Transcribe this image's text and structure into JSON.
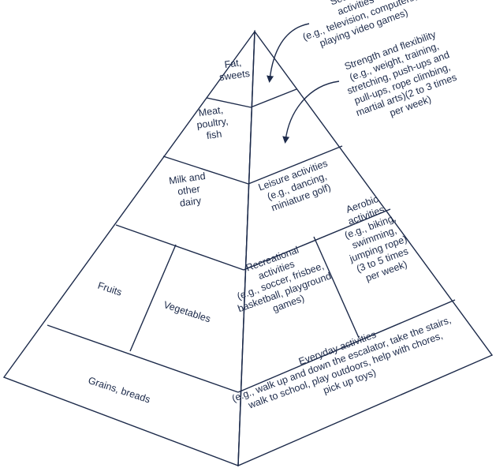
{
  "left_face": {
    "fat": [
      "Fat,",
      "sweets"
    ],
    "meat": [
      "Meat,",
      "poultry,",
      "fish"
    ],
    "milk": [
      "Milk and",
      "other",
      "dairy"
    ],
    "fruits": [
      "Fruits"
    ],
    "vegetables": [
      "Vegetables"
    ],
    "grains": [
      "Grains, breads"
    ]
  },
  "right_face": {
    "leisure": [
      "Leisure activities",
      "(e.g., dancing,",
      "miniature golf)"
    ],
    "recreational": [
      "Recreational",
      "activities",
      "(e.g., soccer, frisbee,",
      "basketball, playground",
      "games)"
    ],
    "aerobic": [
      "Aerobic",
      "activities",
      "(e.g., biking,",
      "swimming,",
      "jumping rope)",
      "(3 to 5 times",
      "per week)"
    ],
    "everyday": [
      "Everyday activities",
      "(e.g., walk up and down the escalator, take the stairs,",
      "walk to school, play outdoors, help with chores,",
      "pick up toys)"
    ]
  },
  "callouts": {
    "sedentary": [
      "Sedentary",
      "activities",
      "(e.g., television, computers,",
      "playing video games)"
    ],
    "strength": [
      "Strength and flexibility",
      "(e.g., weight, training,",
      "stretching, push-ups and",
      "pull-ups, rope climbing,",
      "martial arts)(2 to 3 times",
      "per week)"
    ]
  }
}
